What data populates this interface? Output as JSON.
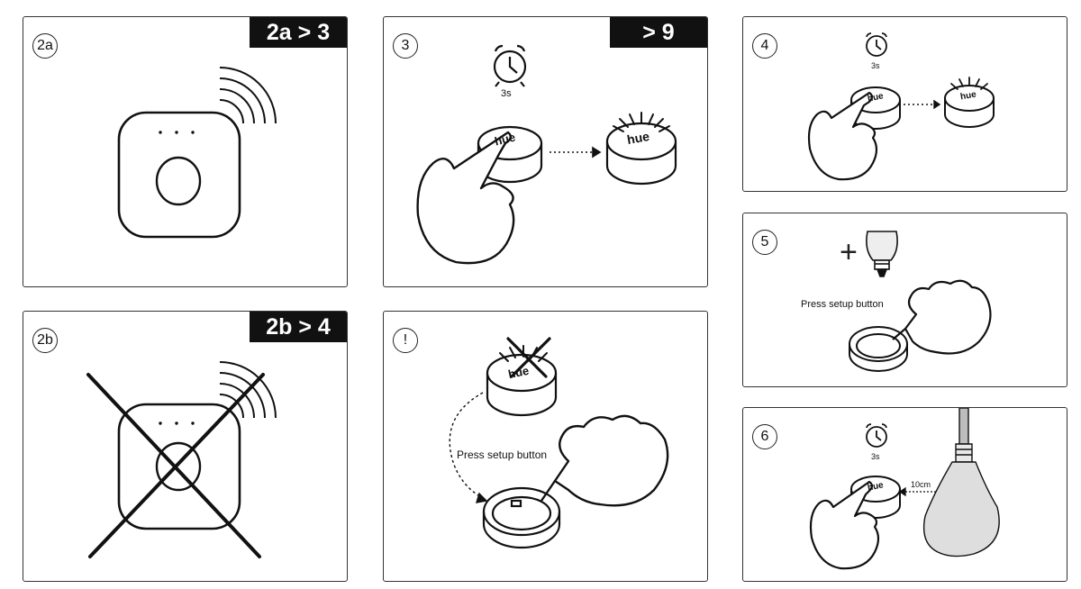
{
  "panels": {
    "p2a": {
      "badge": "2a",
      "tag": "2a > 3"
    },
    "p2b": {
      "badge": "2b",
      "tag": "2b > 4"
    },
    "p3": {
      "badge": "3",
      "tag": "> 9",
      "timer": "3s",
      "logo": "hue"
    },
    "pwarn": {
      "badge": "!",
      "caption": "Press setup button",
      "logo": "hue"
    },
    "p4": {
      "badge": "4",
      "timer": "3s",
      "logo": "hue"
    },
    "p5": {
      "badge": "5",
      "plus": "+",
      "caption": "Press setup button"
    },
    "p6": {
      "badge": "6",
      "timer": "3s",
      "distance": "10cm",
      "logo": "hue"
    }
  },
  "colors": {
    "tag_bg": "#111111",
    "line": "#111111",
    "bulb": "#dddddd"
  }
}
